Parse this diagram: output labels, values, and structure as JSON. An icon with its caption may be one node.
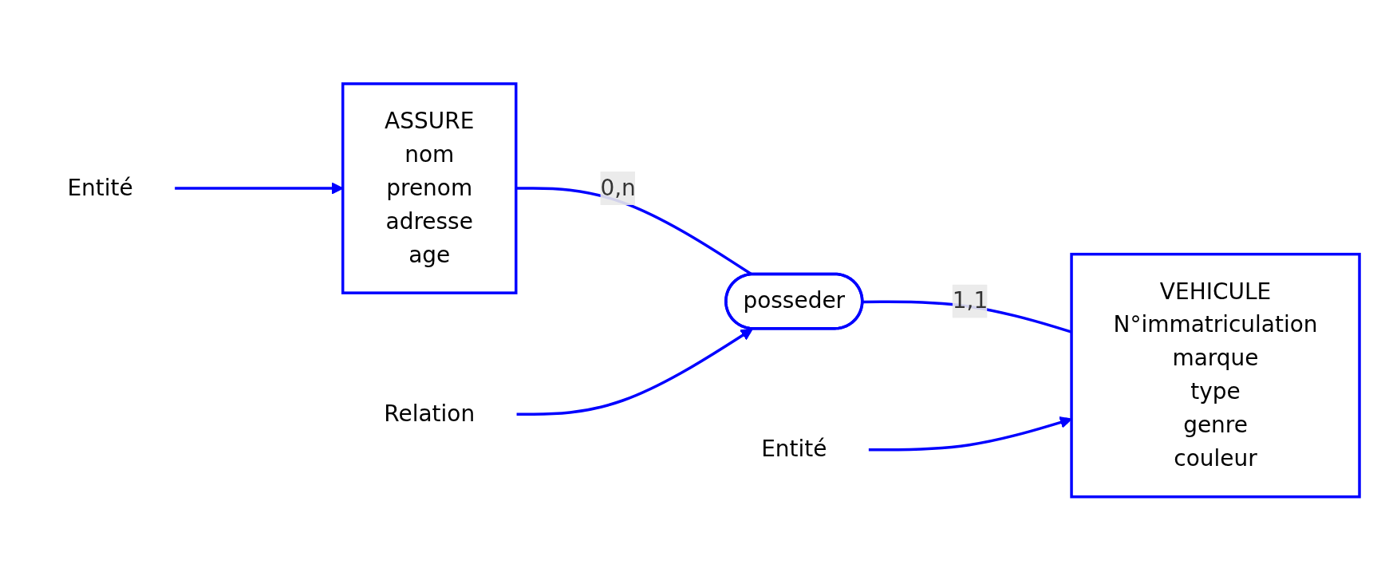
{
  "diagram": {
    "nodes": [
      {
        "text": [
          "ASSURE",
          "nom",
          "prenom",
          "adresse",
          "age"
        ]
      },
      {
        "text": [
          "posseder"
        ]
      },
      {
        "text": [
          "VEHICULE",
          "N°immatriculation",
          "marque",
          "type",
          "genre",
          "couleur"
        ]
      },
      {
        "text": [
          "Relation"
        ]
      },
      {
        "text": [
          "Entité"
        ]
      },
      {
        "text": [
          "Entité"
        ]
      }
    ],
    "edges": [
      {
        "from": 0,
        "to": 1,
        "arrow": "none",
        "label": "0,n"
      },
      {
        "from": 1,
        "to": 2,
        "arrow": "none",
        "label": "1,1"
      },
      {
        "from": 3,
        "to": 1,
        "arrow": "to"
      },
      {
        "from": 4,
        "to": 0,
        "arrow": "to"
      },
      {
        "from": 5,
        "to": 2,
        "arrow": "to"
      }
    ]
  }
}
